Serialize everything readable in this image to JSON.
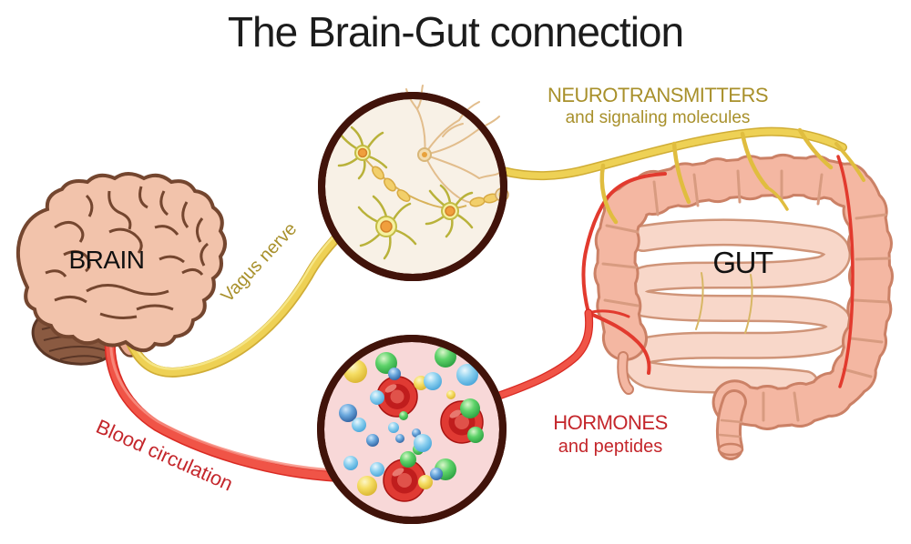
{
  "title": "The Brain-Gut connection",
  "labels": {
    "brain": "BRAIN",
    "gut": "GUT"
  },
  "annotations": {
    "neurotransmitters": {
      "line1": "NEUROTRANSMITTERS",
      "line2": "and signaling molecules"
    },
    "hormones": {
      "line1": "HORMONES",
      "line2": "and peptides"
    },
    "vagus_nerve": "Vagus nerve",
    "blood_circulation": "Blood circulation"
  },
  "icons": {
    "brain": "brain-illustration",
    "gut": "gut-illustration",
    "neurons_inset": "neurons-microscope-circle-icon",
    "blood_inset": "blood-cells-microscope-circle-icon",
    "vagus_line": "vagus-nerve-pathway-line",
    "blood_line": "blood-circulation-pathway-line"
  },
  "colors": {
    "title_text": "#1c1c1c",
    "organ_label_text": "#111111",
    "nerve_text": "#a8902b",
    "hormone_text": "#c4262b",
    "nerve_yellow": "#eed155",
    "nerve_yellow_dark": "#d0ad36",
    "nerve_yellow_light": "#f7e98c",
    "artery_red": "#f05447",
    "artery_red_dark": "#d92a23",
    "artery_red_light": "#f89084",
    "brain_fill": "#f2c3ab",
    "brain_outline": "#74462f",
    "brainstem_fill": "#e9a98f",
    "cerebellum_fill": "#8a5a41",
    "cerebellum_stripe": "#5a3626",
    "gut_fill": "#f4b7a2",
    "gut_outline": "#cb8166",
    "haustra_line": "#d89b80",
    "intestine_fill": "#f8d7c9",
    "intestine_outline": "#cf9478",
    "gut_artery": "#e23a2e",
    "inset_ring": "#41130a",
    "neuron_inset_bg": "#f8f1e6",
    "blood_inset_bg": "#f8d8d8",
    "neuron_yellow": "#f5f1a0",
    "neuron_nucleus": "#f09f3d",
    "rbc_red": "#e03a33"
  }
}
